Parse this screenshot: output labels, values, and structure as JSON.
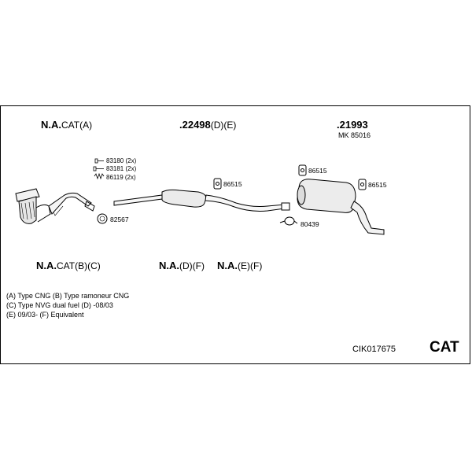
{
  "labels": {
    "na_cat_a_bold": "N.A.",
    "na_cat_a_rest": "CAT(A)",
    "p22498_bold": ".22498",
    "p22498_rest": "(D)(E)",
    "p21993": ".21993",
    "mk_85016": "MK 85016",
    "p83180": "83180 (2x)",
    "p83181": "83181 (2x)",
    "p86119": "86119 (2x)",
    "p82567": "82567",
    "p86515_a": "86515",
    "p86515_b": "86515",
    "p86515_c": "86515",
    "p80439": "80439",
    "na_cat_bc_bold": "N.A.",
    "na_cat_bc_rest": "CAT(B)(C)",
    "na_df_bold": "N.A.",
    "na_df_rest": "(D)(F)",
    "na_ef_bold": "N.A.",
    "na_ef_rest": "(E)(F)"
  },
  "notes": [
    "(A) Type CNG (B) Type ramoneur CNG",
    "(C) Type NVG dual fuel (D) -08/03",
    "(E) 09/03- (F) Equivalent"
  ],
  "footer": {
    "code": "CIK017675",
    "category": "CAT"
  }
}
